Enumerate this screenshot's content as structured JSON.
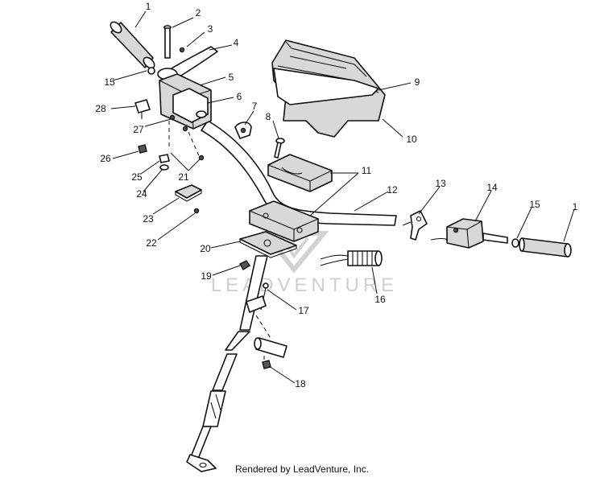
{
  "diagram": {
    "callouts": [
      "1",
      "2",
      "3",
      "4",
      "15",
      "5",
      "6",
      "28",
      "7",
      "27",
      "8",
      "9",
      "10",
      "26",
      "25",
      "21",
      "24",
      "11",
      "12",
      "13",
      "14",
      "15",
      "1",
      "23",
      "22",
      "20",
      "16",
      "19",
      "17",
      "18"
    ]
  },
  "watermark": {
    "text": "LEADVENTURE"
  },
  "footer": {
    "text": "Rendered by LeadVenture, Inc."
  }
}
